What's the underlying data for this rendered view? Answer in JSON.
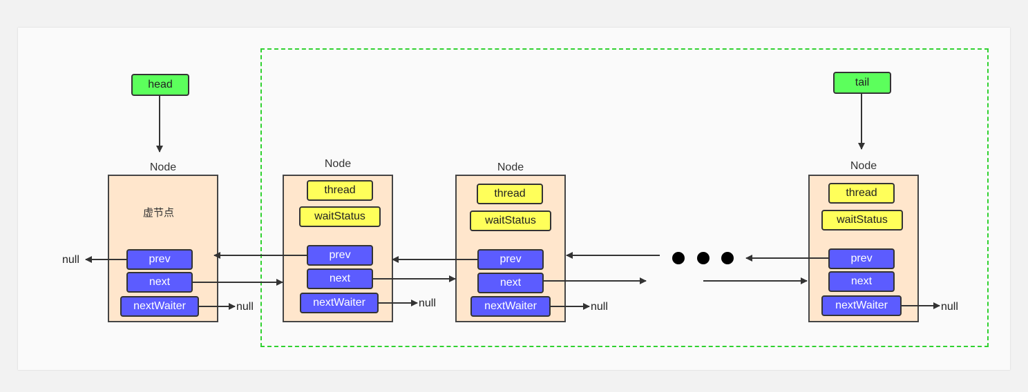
{
  "pointers": {
    "head": "head",
    "tail": "tail"
  },
  "node_caption": "Node",
  "virtual_label": "虚节点",
  "fields": {
    "thread": "thread",
    "waitStatus": "waitStatus",
    "prev": "prev",
    "next": "next",
    "nextWaiter": "nextWaiter"
  },
  "null_label": "null",
  "colors": {
    "pointer_fill": "#5cff5c",
    "node_fill": "#ffe6cc",
    "data_field_fill": "#ffff5a",
    "link_field_fill": "#5c5cff",
    "queue_border": "#2fd12f"
  }
}
